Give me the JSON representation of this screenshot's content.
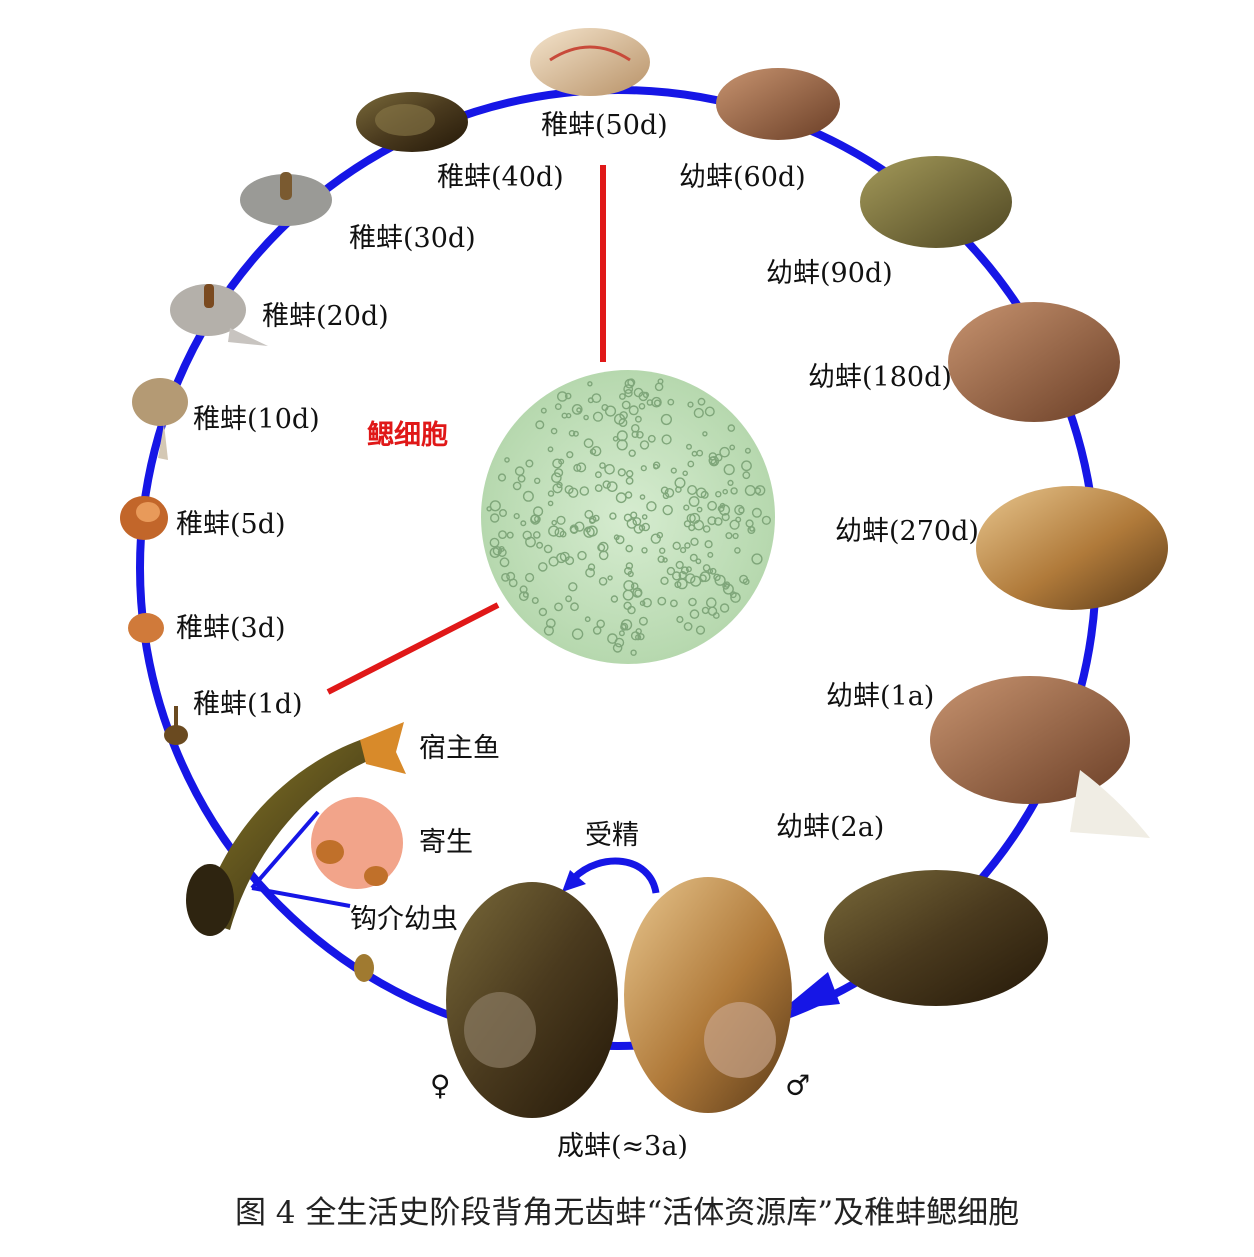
{
  "stages": [
    {
      "key": "s50d",
      "label": "稚蚌(50d)"
    },
    {
      "key": "s40d",
      "label": "稚蚌(40d)"
    },
    {
      "key": "s30d",
      "label": "稚蚌(30d)"
    },
    {
      "key": "s20d",
      "label": "稚蚌(20d)"
    },
    {
      "key": "s10d",
      "label": "稚蚌(10d)"
    },
    {
      "key": "s5d",
      "label": "稚蚌(5d)"
    },
    {
      "key": "s3d",
      "label": "稚蚌(3d)"
    },
    {
      "key": "s1d",
      "label": "稚蚌(1d)"
    },
    {
      "key": "j60d",
      "label": "幼蚌(60d)"
    },
    {
      "key": "j90d",
      "label": "幼蚌(90d)"
    },
    {
      "key": "j180d",
      "label": "幼蚌(180d)"
    },
    {
      "key": "j270d",
      "label": "幼蚌(270d)"
    },
    {
      "key": "j1a",
      "label": "幼蚌(1a)"
    },
    {
      "key": "j2a",
      "label": "幼蚌(2a)"
    }
  ],
  "adult_label": "成蚌(≈3a)",
  "fertilization_label": "受精",
  "host_fish_label": "宿主鱼",
  "parasitic_label": "寄生",
  "glochidia_label": "钩介幼虫",
  "gill_cells_label": "鳃细胞",
  "female_symbol": "♀",
  "male_symbol": "♂",
  "caption": "图 4  全生活史阶段背角无齿蚌“活体资源库”及稚蚌鳃细胞",
  "colors": {
    "cycle": "#1616e6",
    "connector": "#e01818",
    "cell_bg": "#c8e4c2"
  }
}
